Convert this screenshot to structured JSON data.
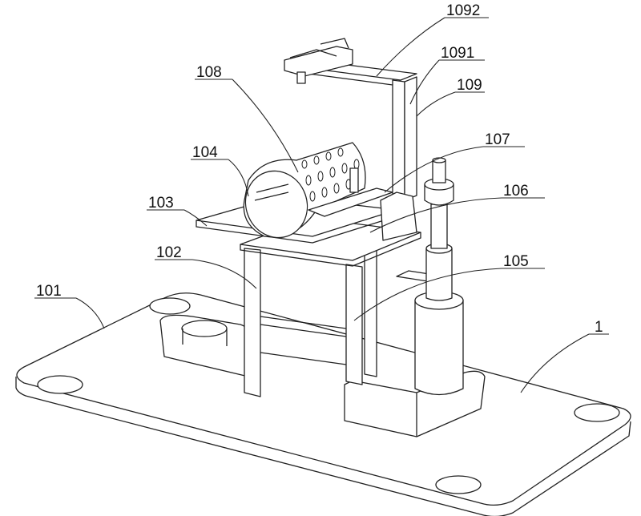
{
  "figure": {
    "labels": {
      "l1092": "1092",
      "l1091": "1091",
      "l109": "109",
      "l108": "108",
      "l107": "107",
      "l104": "104",
      "l106": "106",
      "l103": "103",
      "l105": "105",
      "l102": "102",
      "l101": "101",
      "l1": "1"
    }
  }
}
